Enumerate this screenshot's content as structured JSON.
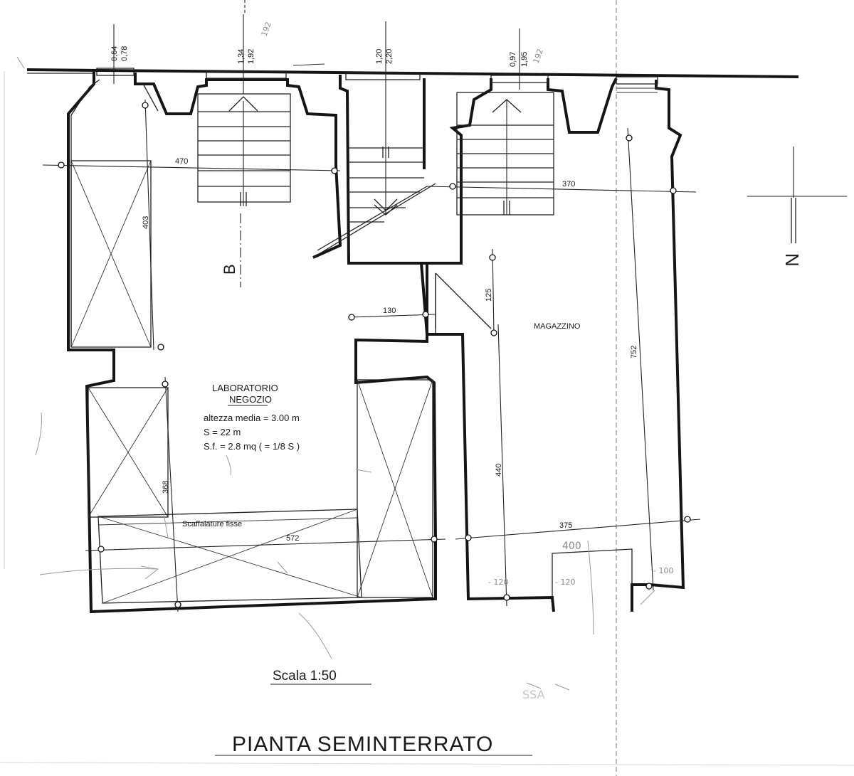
{
  "drawing": {
    "title": "PIANTA SEMINTERRATO",
    "scale": "Scala 1:50",
    "section_marker": "B",
    "north": "N"
  },
  "rooms": {
    "lab_name": "LABORATORIO",
    "lab_subname": "NEGOZIO",
    "lab_height": "altezza media = 3.00 m",
    "lab_area": "S = 22 m",
    "lab_window_area": "S.f. = 2.8 mq ( = 1/8 S )",
    "storage_name": "MAGAZZINO",
    "shelves": "Scaffalature fisse"
  },
  "dimensions": {
    "d470": "470",
    "d403": "403",
    "d370": "370",
    "d125": "125",
    "d130": "130",
    "d752": "752",
    "d440": "440",
    "d368": "368",
    "d572": "572",
    "d375": "375",
    "w1a": "0,64",
    "w1b": "0,78",
    "w2a": "1,34",
    "w2b": "1,92",
    "w3a": "1,20",
    "w3b": "2,20",
    "w4a": "0,97",
    "w4b": "1,95"
  },
  "annotations": {
    "p1": "192",
    "p2": "192",
    "p3": "400",
    "p4": "- 120",
    "p5": "- 120",
    "p6": "- 100",
    "p7": "SSA"
  }
}
